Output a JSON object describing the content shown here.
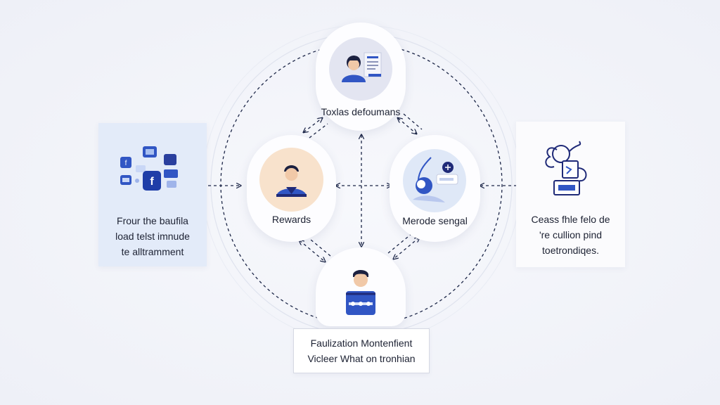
{
  "nodes": {
    "top": {
      "label": "Toxlas defoumans",
      "icon": "user-document-icon"
    },
    "left": {
      "label": "Rewards",
      "icon": "user-avatar-icon"
    },
    "right": {
      "label": "Merode sengal",
      "icon": "device-illustration-icon"
    },
    "bottom": {
      "icon": "user-avatar-icon"
    }
  },
  "left_card": {
    "lines": [
      "Frour the baufila",
      "load telst imnude",
      "te alltramment"
    ],
    "icon": "social-apps-icon"
  },
  "right_card": {
    "lines": [
      "Ceass fhle felo de",
      "'re cullion pind",
      "toetrondiqes."
    ],
    "icon": "machine-illustration-icon"
  },
  "bottom_box": {
    "lines": [
      "Faulization Montenfient",
      "Vicleer What on tronhian"
    ]
  },
  "colors": {
    "navy": "#1f2a78",
    "blue": "#3156c4",
    "peach": "#f8e2cc",
    "lightblue": "#dfe8f7",
    "lavender": "#e3e5f1",
    "card_left_bg": "#e3ebf9",
    "card_right_bg": "#fbfbfd",
    "line": "#1d2748"
  }
}
